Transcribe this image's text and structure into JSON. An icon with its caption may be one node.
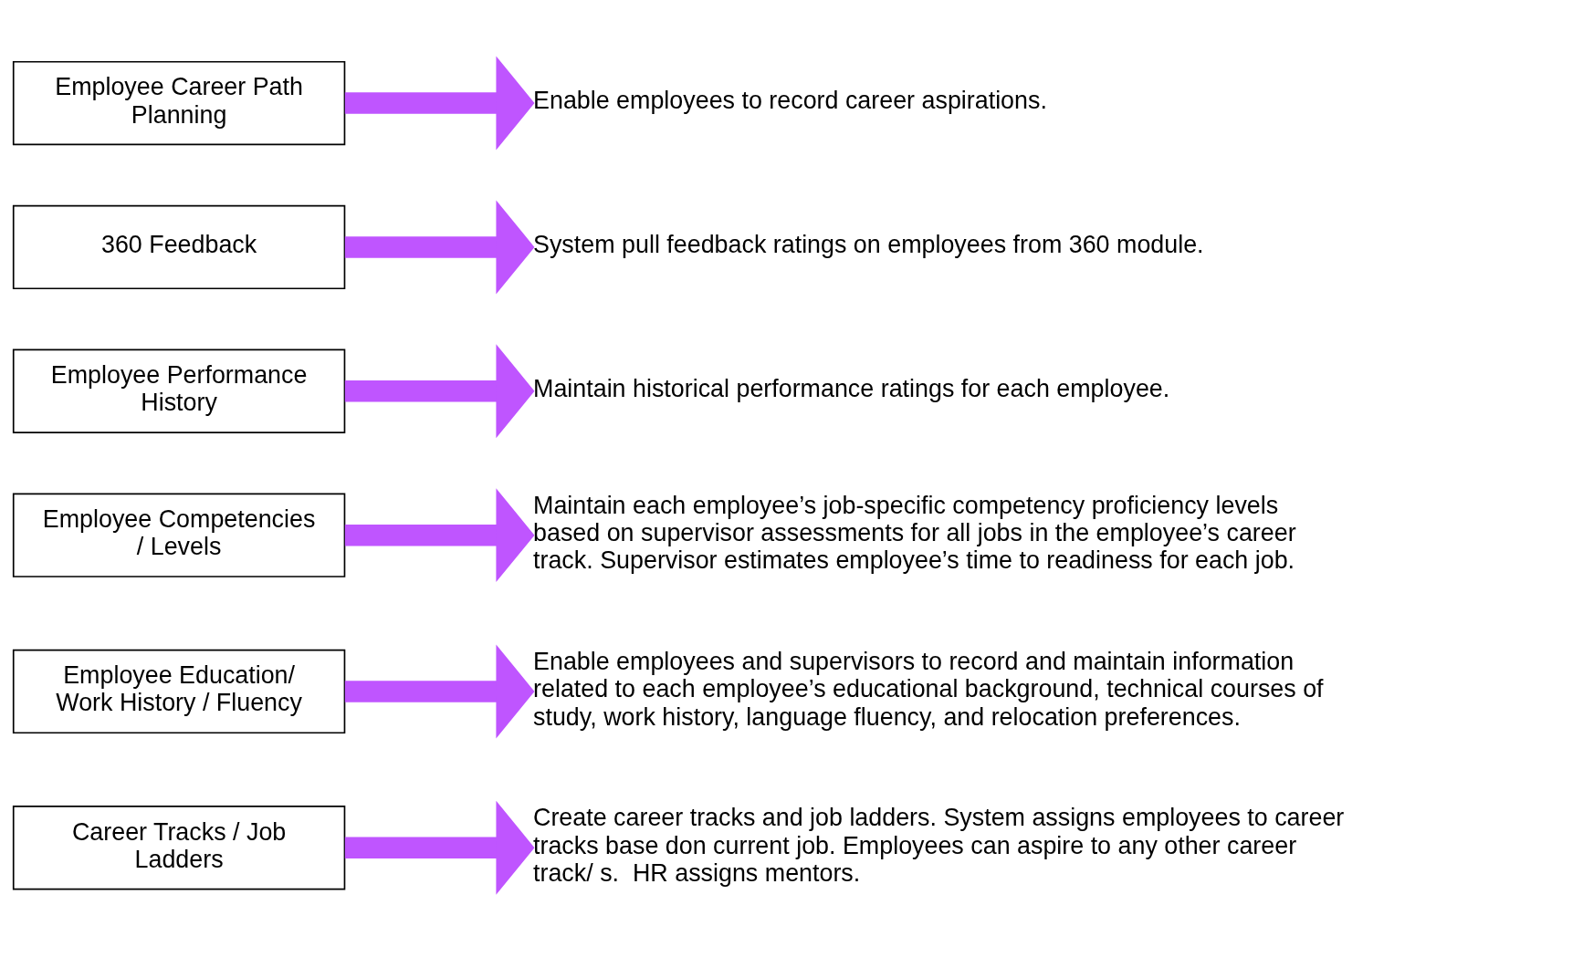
{
  "diagram": {
    "nodes": [
      {
        "text": [
          "Career Tracks / Job Ladders"
        ]
      },
      {
        "text": [
          "Create career tracks and job ladders. System assigns employees to career tracks base don current job. Employees can aspire to any other career track/ s.  HR assigns mentors."
        ]
      },
      {
        "text": [
          "Employee Education/ Work History / Fluency"
        ]
      },
      {
        "text": [
          "Enable employees and supervisors to record and maintain information related to each employee’s educational background, technical courses of study, work history, language fluency, and relocation preferences."
        ]
      },
      {
        "text": [
          "Employee Competencies / Levels"
        ]
      },
      {
        "text": [
          "Maintain each employee’s job-specific competency proficiency levels based on supervisor assessments for all jobs in the employee’s career track. Supervisor estimates employee’s time to readiness for each job."
        ]
      },
      {
        "text": [
          "Employee Performance History"
        ]
      },
      {
        "text": [
          "Maintain historical performance ratings for each employee."
        ]
      },
      {
        "text": [
          "360 Feedback"
        ]
      },
      {
        "text": [
          "System pull feedback ratings on employees from 360 module."
        ]
      },
      {
        "text": [
          "Employee Career Path Planning"
        ]
      },
      {
        "text": [
          "Enable employees to record career aspirations."
        ]
      }
    ],
    "edges": [
      {
        "from": 0,
        "to": 1,
        "arrow": "to"
      },
      {
        "from": 2,
        "to": 3,
        "arrow": "to"
      },
      {
        "from": 4,
        "to": 5,
        "arrow": "to"
      },
      {
        "from": 6,
        "to": 7,
        "arrow": "to"
      },
      {
        "from": 8,
        "to": 9,
        "arrow": "to"
      },
      {
        "from": 10,
        "to": 11,
        "arrow": "to"
      }
    ]
  }
}
